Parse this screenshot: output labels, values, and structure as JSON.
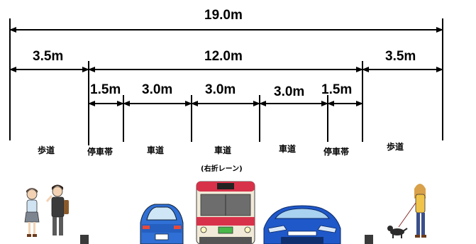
{
  "dimensions": {
    "total": "19.0m",
    "sidewalk_left": "3.5m",
    "roadway": "12.0m",
    "sidewalk_right": "3.5m",
    "stop_strip_left": "1.5m",
    "lane_1": "3.0m",
    "lane_2": "3.0m",
    "lane_3": "3.0m",
    "stop_strip_right": "1.5m"
  },
  "labels": {
    "sidewalk_left": "歩道",
    "stop_strip_left": "停車帯",
    "lane_1": "車道",
    "lane_2": "車道",
    "lane_3": "車道",
    "stop_strip_right": "停車帯",
    "sidewalk_right": "歩道",
    "right_turn_note": "(右折レーン)"
  },
  "colors": {
    "line": "#000000",
    "car_blue": "#2f6fd6",
    "bus_cream": "#f1ead8",
    "bus_red": "#d8324a",
    "prius_blue": "#1f58c9"
  },
  "icons": {
    "pedestrians": "pedestrian-pair-icon",
    "car_left": "rear-car-icon",
    "bus": "bus-front-icon",
    "car_right": "front-car-icon",
    "dog_walker": "dog-walker-icon",
    "bollard": "bollard-icon"
  }
}
